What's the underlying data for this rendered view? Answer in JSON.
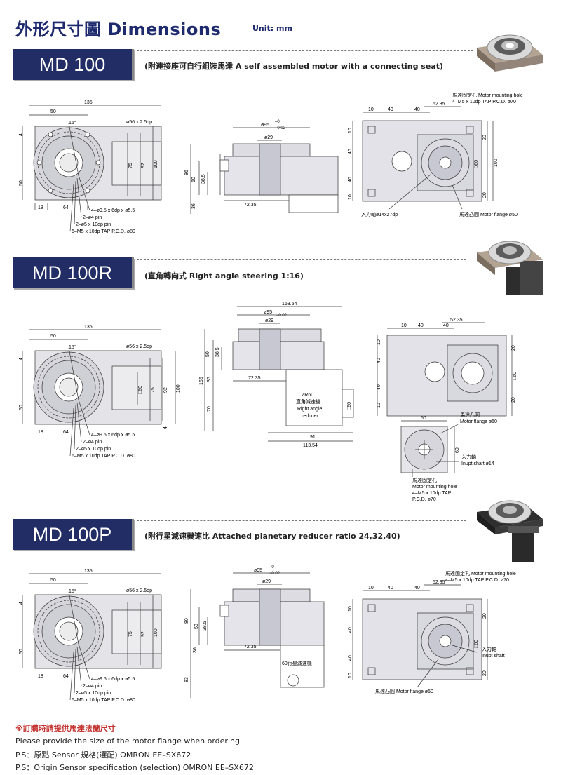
{
  "page": {
    "title": "外形尺寸圖 Dimensions",
    "unit": "Unit: mm"
  },
  "sections": [
    {
      "model": "MD 100",
      "description": "(附連接座可自行組裝馬達 A self assembled motor with a connecting seat)",
      "left": {
        "w135": "135",
        "w50": "50",
        "deg": "15°",
        "bolt": "ø56 x 2.5dp",
        "d75": "75",
        "d92": "92",
        "d100": "100",
        "h4": "4",
        "h50": "50",
        "w18": "18",
        "w64": "64",
        "c1": "4–ø9.5 x 6dp x ø5.5",
        "c2": "2–ø4 pin",
        "c3": "2–ø5 x 10dp pin",
        "c4": "6–M5 x 10dp TAP P.C.D. ø80"
      },
      "mid": {
        "d95": "ø95",
        "tol_top": "–0",
        "tol_bot": "–0.02",
        "d29": "ø29",
        "h50": "50",
        "h38": "38.5",
        "h86": "86",
        "h36": "36",
        "w72": "72.35"
      },
      "right": {
        "mount_zh": "馬達固定孔 Motor mounting hole",
        "mount_en": "4–M5 x 10dp TAP P.C.D. ø70",
        "w52": "52.35",
        "w10": "10",
        "w40a": "40",
        "w40b": "40",
        "v10a": "10",
        "v40a": "40",
        "v40b": "40",
        "v10b": "10",
        "v20a": "20",
        "v60": "□60",
        "v100": "100",
        "v20b": "20",
        "shaft": "入力軸ø14x27dp",
        "flange": "馬達凸圓 Motor flange ø50"
      }
    },
    {
      "model": "MD 100R",
      "description": "(直角轉向式 Right angle steering 1:16)",
      "left": {
        "w135": "135",
        "w50": "50",
        "deg": "15°",
        "bolt": "ø56 x 2.5dp",
        "d60": "□60",
        "d75": "75",
        "d92": "92",
        "d100": "100",
        "h4": "4",
        "h50": "50",
        "w18": "18",
        "w64": "64",
        "h4b": "4",
        "c1": "4–ø9.5 x 6dp x ø5.5",
        "c2": "2–ø4 pin",
        "c3": "2–ø5 x 10dp pin",
        "c4": "6–M5 x 10dp TAP P.C.D. ø80"
      },
      "mid": {
        "w163": "163.54",
        "d95": "ø95",
        "tol_bot": "–0.02",
        "d29": "ø29",
        "h50": "50",
        "h38": "38.5",
        "h156": "156",
        "h36": "36",
        "h70": "70",
        "w72": "72.35",
        "zr60": "ZR60",
        "zr_zh": "直角減速機",
        "zr_en1": "Right angle",
        "zr_en2": "reducer",
        "d60": "□60",
        "w91": "91",
        "w113": "113.54"
      },
      "right": {
        "w52": "52.35",
        "w10": "10",
        "w40a": "40",
        "w40b": "40",
        "v10a": "10",
        "v40a": "40",
        "v40b": "40",
        "v10b": "10",
        "v20a": "20",
        "v60": "□60",
        "v20b": "20",
        "w60": "60",
        "flange_zh": "馬達凸圓",
        "flange_en": "Motor flange ø50",
        "v60b": "60",
        "shaft_zh": "入力軸",
        "shaft_en": "Inupt shaft ø14",
        "mount_zh": "馬達固定孔",
        "mount_en1": "Motor mounting hole",
        "mount_en2": "4–M5 x 10dp TAP",
        "mount_en3": "P.C.D. ø70"
      }
    },
    {
      "model": "MD 100P",
      "description": "(附行星減速機速比 Attached planetary reducer ratio 24,32,40)",
      "left": {
        "w135": "135",
        "w50": "50",
        "deg": "15°",
        "bolt": "ø56 x 2.5dp",
        "d75": "75",
        "d92": "92",
        "d100": "100",
        "h4": "4",
        "h50": "50",
        "w18": "18",
        "w64": "64",
        "c1": "4–ø9.5 x 6dp x ø5.5",
        "c2": "2–ø4 pin",
        "c3": "2–ø5 x 10dp pin",
        "c4": "6–M5 x 10dp TAP P.C.D. ø80"
      },
      "mid": {
        "d95": "ø95",
        "tol_top": "–0",
        "tol_bot": "–0.02",
        "d29": "ø29",
        "h50": "50",
        "h38": "38.5",
        "h80": "80",
        "h36": "36",
        "h83": "83",
        "w72": "72.35",
        "planet": "60行星減速機"
      },
      "right": {
        "mount_zh": "馬達固定孔 Motor mounting hole",
        "mount_en": "4–M5 x 10dp TAP P.C.D. ø70",
        "w52": "52.35",
        "w10": "10",
        "w40a": "40",
        "w40b": "40",
        "v10a": "10",
        "v40a": "40",
        "v40b": "40",
        "v10b": "10",
        "v20a": "20",
        "v60": "□60",
        "v20b": "20",
        "shaft_zh": "入力軸",
        "shaft_en": "Inupt shaft",
        "flange": "馬達凸圓 Motor flange ø50"
      }
    }
  ],
  "footer": {
    "note_zh": "※訂購時請提供馬達法蘭尺寸",
    "note_en": "Please provide the size of the motor flange when ordering",
    "ps_zh": "P.S：原點 Sensor 規格(選配)  OMRON EE–SX672",
    "ps_en": "P.S：Origin Sensor specification (selection) OMRON EE–SX672"
  }
}
